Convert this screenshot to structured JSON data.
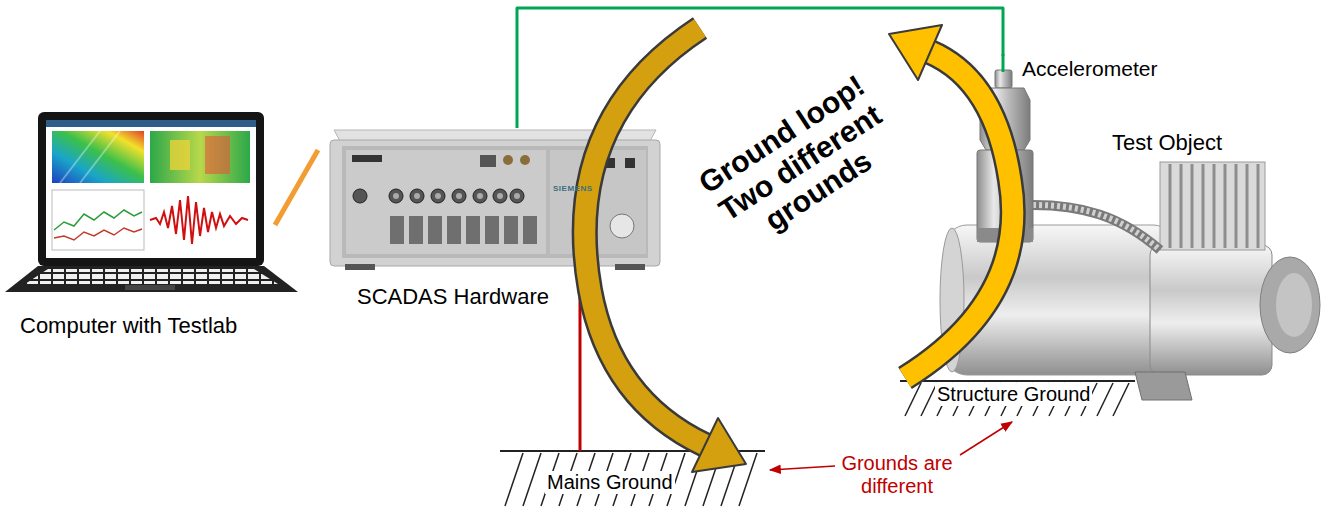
{
  "diagram": {
    "nodes": [
      {
        "text": [
          "Computer with Testlab"
        ]
      },
      {
        "text": [
          "SCADAS Hardware"
        ]
      },
      {
        "text": [
          "Accelerometer"
        ]
      },
      {
        "text": [
          "Test Object"
        ]
      },
      {
        "text": [
          "Mains Ground"
        ]
      },
      {
        "text": [
          "Structure Ground"
        ]
      }
    ],
    "edges": [
      {
        "from": 0,
        "to": 1,
        "arrow": "none"
      },
      {
        "from": 1,
        "to": 2,
        "arrow": "none"
      },
      {
        "from": 1,
        "to": 4,
        "arrow": "none"
      }
    ],
    "labels": [
      "Ground loop! Two different grounds",
      "Grounds are different",
      "SIEMENS"
    ]
  }
}
